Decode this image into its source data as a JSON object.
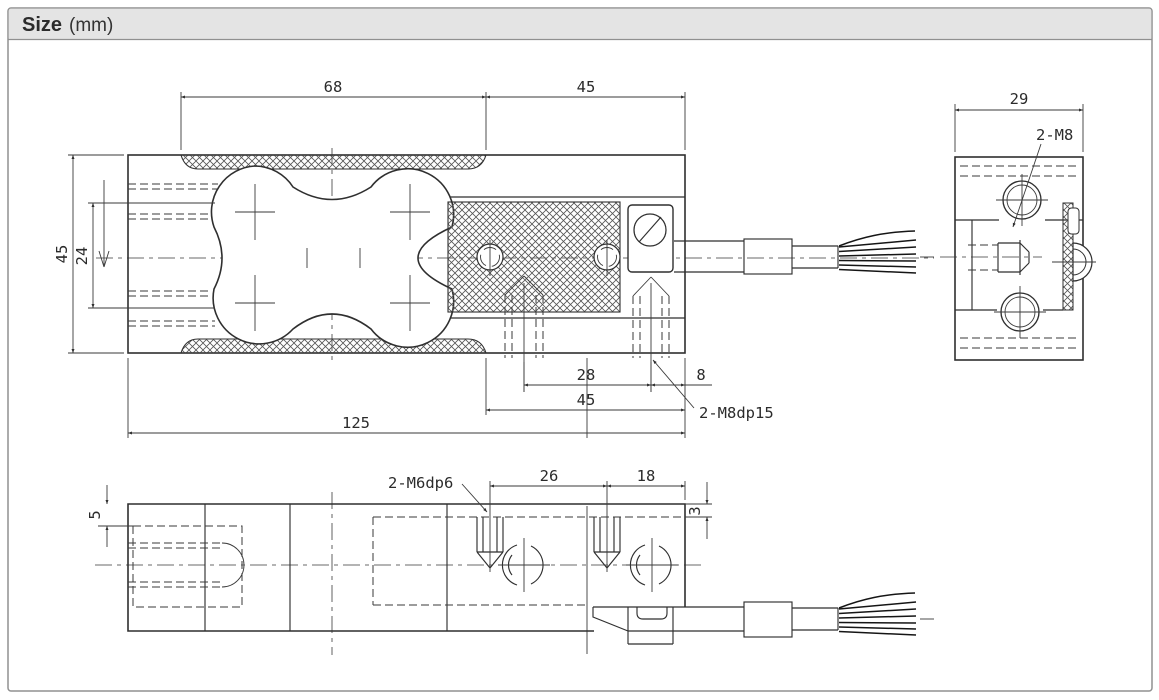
{
  "header": {
    "title": "Size",
    "unit": "(mm)"
  },
  "colors": {
    "line": "#2f2f2f",
    "header_bg": "#e4e4e4",
    "frame_border": "#909090",
    "text": "#2b2b2b"
  },
  "top_view": {
    "dim_top_left": "68",
    "dim_top_right": "45",
    "dim_height": "45",
    "dim_inner_height": "24",
    "dim_hole_spacing": "28",
    "dim_edge_offset": "8",
    "dim_mount_span": "45",
    "dim_total_length": "125",
    "thread_callout": "2-M8dp15"
  },
  "side_view": {
    "dim_width": "29",
    "thread_callout": "2-M8"
  },
  "bottom_view": {
    "thread_callout": "2-M6dp6",
    "dim_hole_spacing": "26",
    "dim_edge_spacing": "18",
    "dim_depth_left": "5",
    "dim_depth_right": "3"
  }
}
